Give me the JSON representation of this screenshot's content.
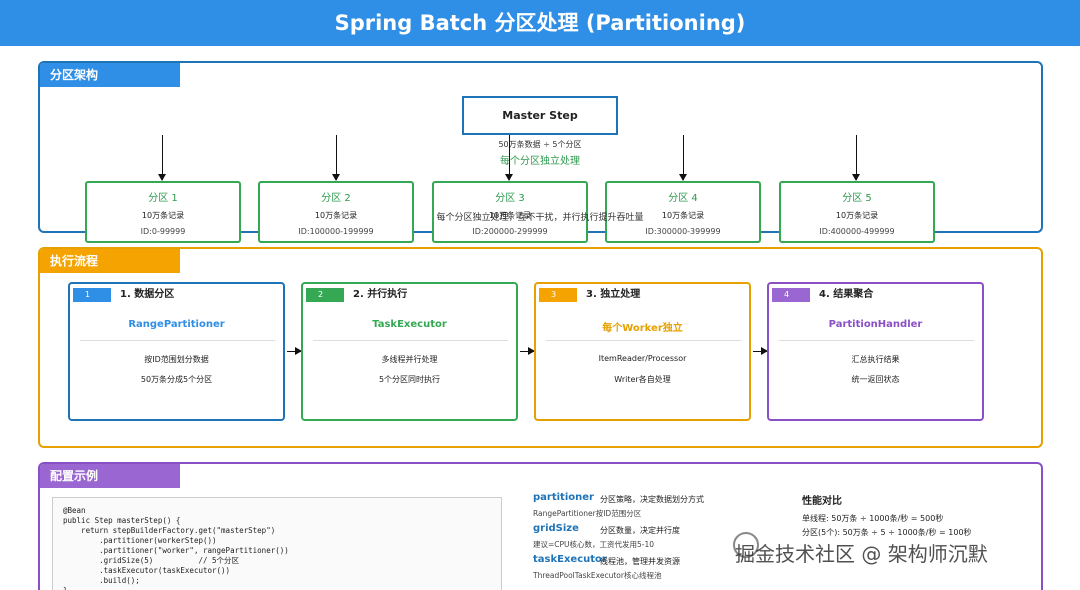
{
  "title": "Spring Batch 分区处理 (Partitioning)",
  "architecture": {
    "tag": "分区架构",
    "master": {
      "label": "Master Step",
      "sub1": "50万条数据 ÷ 5个分区",
      "sub2": "每个分区独立处理"
    },
    "partitions": [
      {
        "title": "分区 1",
        "count": "10万条记录",
        "range": "ID:0-99999"
      },
      {
        "title": "分区 2",
        "count": "10万条记录",
        "range": "ID:100000-199999"
      },
      {
        "title": "分区 3",
        "count": "10万条记录",
        "range": "ID:200000-299999"
      },
      {
        "title": "分区 4",
        "count": "10万条记录",
        "range": "ID:300000-399999"
      },
      {
        "title": "分区 5",
        "count": "10万条记录",
        "range": "ID:400000-499999"
      }
    ],
    "overlay_note": "每个分区独立处理，互不干扰，并行执行提升吞吐量"
  },
  "execution": {
    "tag": "执行流程",
    "steps": [
      {
        "num": "1",
        "title": "1. 数据分区",
        "component": "RangePartitioner",
        "d1": "按ID范围划分数据",
        "d2": "50万条分成5个分区",
        "color": "#2f8ee5",
        "border": "#1f73b7"
      },
      {
        "num": "2",
        "title": "2. 并行执行",
        "component": "TaskExecutor",
        "d1": "多线程并行处理",
        "d2": "5个分区同时执行",
        "color": "#34a853",
        "border": "#34a853"
      },
      {
        "num": "3",
        "title": "3. 独立处理",
        "component": "每个Worker独立",
        "d1": "ItemReader/Processor",
        "d2": "Writer各自处理",
        "color": "#f5a300",
        "border": "#e6a100"
      },
      {
        "num": "4",
        "title": "4. 结果聚合",
        "component": "PartitionHandler",
        "d1": "汇总执行结果",
        "d2": "统一返回状态",
        "color": "#9a66d1",
        "border": "#8a4fc7"
      }
    ]
  },
  "config": {
    "tag": "配置示例",
    "code": "@Bean\npublic Step masterStep() {\n    return stepBuilderFactory.get(\"masterStep\")\n        .partitioner(workerStep())\n        .partitioner(\"worker\", rangePartitioner())\n        .gridSize(5)          // 5个分区\n        .taskExecutor(taskExecutor())\n        .build();\n}",
    "params": [
      {
        "key": "partitioner",
        "desc": "分区策略，决定数据划分方式",
        "sub": "RangePartitioner按ID范围分区"
      },
      {
        "key": "gridSize",
        "desc": "分区数量，决定并行度",
        "sub": "建议=CPU核心数，工资代发用5-10"
      },
      {
        "key": "taskExecutor",
        "desc": "线程池，管理并发资源",
        "sub": "ThreadPoolTaskExecutor核心线程池"
      }
    ],
    "performance": {
      "title": "性能对比",
      "lines": [
        "单线程: 50万条 ÷ 1000条/秒 = 500秒",
        "分区(5个): 50万条 ÷ 5 ÷ 1000条/秒 = 100秒"
      ]
    }
  },
  "watermark": "掘金技术社区 @ 架构师沉默"
}
